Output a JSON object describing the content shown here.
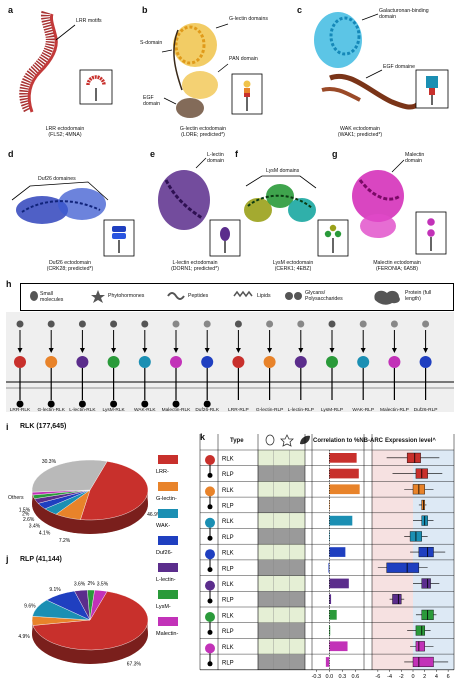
{
  "panels": {
    "a": {
      "letter": "a",
      "annotation": "LRR motifs",
      "caption": [
        "LRR ectodomain",
        "(FLS2; 4MNA)"
      ]
    },
    "b": {
      "letter": "b",
      "annotations": [
        "G-lectin domains",
        "S-domain",
        "PAN domain",
        "EGF domain"
      ],
      "caption": [
        "G-lectin ectodomain",
        "(LORE; predicted*)"
      ]
    },
    "c": {
      "letter": "c",
      "annotations": [
        "Galacturonan-binding domain",
        "EGF domaine"
      ],
      "caption": [
        "WAK ectodomain",
        "(WAK1; predicted*)"
      ]
    },
    "d": {
      "letter": "d",
      "annotation": "Duf26 domaines",
      "caption": [
        "Duf26 ectodomain",
        "(CRK28; predicted*)"
      ]
    },
    "e": {
      "letter": "e",
      "annotation": "L-lectin domain",
      "caption": [
        "L-lectin ectodomain",
        "(DORN1; predicted*)"
      ]
    },
    "f": {
      "letter": "f",
      "annotation": "LysM domains",
      "caption": [
        "LysM ectodomain",
        "(CERK1; 4EBZ)"
      ]
    },
    "g": {
      "letter": "g",
      "annotation": "Malectin domain",
      "caption": [
        "Malectin ectodomain",
        "(FERONIA; 6A5B)"
      ]
    }
  },
  "panel_h": {
    "letter": "h",
    "legend": [
      "Small molecules",
      "Phytohormones",
      "Peptides",
      "Lipids",
      "Glycans/ Polysaccharides",
      "Protein (full length)"
    ],
    "receptors": [
      "LRR-RLK",
      "G-lectin-RLK",
      "L-lectin-RLK",
      "LysM-RLK",
      "WAK-RLK",
      "Malectin-RLK",
      "Duf26-RLK",
      "LRR-RLP",
      "G-lectin-RLP",
      "L-lectin-RLP",
      "LysM-RLP",
      "WAK-RLP",
      "Malectin-RLP",
      "Duf26-RLP"
    ]
  },
  "panel_i": {
    "letter": "i",
    "title": "RLK (177,645)",
    "others_label": "Others",
    "legend": [
      "LRR-",
      "G-lectin-",
      "WAK-",
      "Duf26-",
      "L-lectin-",
      "LysM-",
      "Malectin-"
    ],
    "colors": [
      "#c8302c",
      "#e8832a",
      "#1b8fb3",
      "#1f3fc0",
      "#5b2d8c",
      "#2a9a3a",
      "#c232b8",
      "#b9b9b9"
    ]
  },
  "panel_j": {
    "letter": "j",
    "title": "RLP (41,144)"
  },
  "panel_k": {
    "letter": "k",
    "col_type": "Type",
    "col_corr": "Correlation to %NB-ARC",
    "col_expr": "Expression level^",
    "corr_ticks": [
      "-0.3",
      "0.0",
      "0.3",
      "0.6"
    ],
    "expr_ticks": [
      "-6",
      "-4",
      "-2",
      "0",
      "2",
      "4",
      "6"
    ]
  },
  "chart_data": [
    {
      "type": "pie",
      "title": "RLK (177,645)",
      "categories": [
        "LRR-",
        "G-lectin-",
        "WAK-",
        "Duf26-",
        "L-lectin-",
        "LysM-",
        "Malectin-",
        "Others"
      ],
      "values": [
        46.9,
        7.2,
        4.1,
        3.4,
        2.6,
        2.0,
        1.5,
        30.3
      ]
    },
    {
      "type": "pie",
      "title": "RLP (41,144)",
      "categories": [
        "LRR-",
        "G-lectin-",
        "WAK-",
        "Duf26-",
        "L-lectin-",
        "LysM-",
        "Malectin-"
      ],
      "values": [
        67.3,
        4.9,
        9.6,
        9.1,
        3.6,
        2.0,
        3.5
      ]
    },
    {
      "type": "bar",
      "title": "Correlation to %NB-ARC",
      "categories": [
        "LRR RLK",
        "LRR RLP",
        "G-lectin RLK",
        "G-lectin RLP",
        "WAK RLK",
        "WAK RLP",
        "Duf26 RLK",
        "Duf26 RLP",
        "L-lectin RLK",
        "L-lectin RLP",
        "LysM RLK",
        "LysM RLP",
        "Malectin RLK",
        "Malectin RLP"
      ],
      "values": [
        0.63,
        0.68,
        0.7,
        0.0,
        0.53,
        0.0,
        0.37,
        -0.02,
        0.45,
        0.04,
        0.17,
        0.02,
        0.42,
        -0.08
      ],
      "xlim": [
        -0.4,
        0.8
      ]
    },
    {
      "type": "box",
      "title": "Expression level^",
      "categories": [
        "LRR RLK",
        "LRR RLP",
        "G-lectin RLK",
        "G-lectin RLP",
        "WAK RLK",
        "WAK RLP",
        "Duf26 RLK",
        "Duf26 RLP",
        "L-lectin RLK",
        "L-lectin RLP",
        "LysM RLK",
        "LysM RLP",
        "Malectin RLK",
        "Malectin RLP"
      ],
      "box_stats": [
        {
          "min": -4.5,
          "q1": -1.0,
          "median": 0.3,
          "q3": 1.3,
          "max": 4.5
        },
        {
          "min": -3.5,
          "q1": 0.5,
          "median": 1.5,
          "q3": 2.5,
          "max": 5.0
        },
        {
          "min": -1.5,
          "q1": 0.0,
          "median": 1.0,
          "q3": 2.0,
          "max": 3.5
        },
        {
          "min": 1.0,
          "q1": 1.5,
          "median": 1.8,
          "q3": 2.0,
          "max": 2.3
        },
        {
          "min": 0.0,
          "q1": 1.5,
          "median": 2.0,
          "q3": 2.5,
          "max": 3.5
        },
        {
          "min": -1.5,
          "q1": -0.5,
          "median": 0.5,
          "q3": 1.5,
          "max": 2.5
        },
        {
          "min": -0.5,
          "q1": 1.0,
          "median": 2.5,
          "q3": 3.5,
          "max": 5.5
        },
        {
          "min": -6.0,
          "q1": -4.5,
          "median": -1.0,
          "q3": 1.0,
          "max": 2.5
        },
        {
          "min": 0.0,
          "q1": 1.5,
          "median": 2.5,
          "q3": 3.0,
          "max": 4.5
        },
        {
          "min": -4.0,
          "q1": -3.5,
          "median": -2.5,
          "q3": -2.0,
          "max": -1.5
        },
        {
          "min": 0.5,
          "q1": 1.5,
          "median": 2.5,
          "q3": 3.5,
          "max": 4.0
        },
        {
          "min": -1.0,
          "q1": 0.5,
          "median": 1.5,
          "q3": 2.0,
          "max": 3.0
        },
        {
          "min": -0.5,
          "q1": 0.5,
          "median": 1.0,
          "q3": 2.0,
          "max": 3.5
        },
        {
          "min": -1.5,
          "q1": 0.0,
          "median": 1.0,
          "q3": 3.5,
          "max": 6.0
        }
      ],
      "xlim": [
        -7,
        7
      ]
    }
  ]
}
